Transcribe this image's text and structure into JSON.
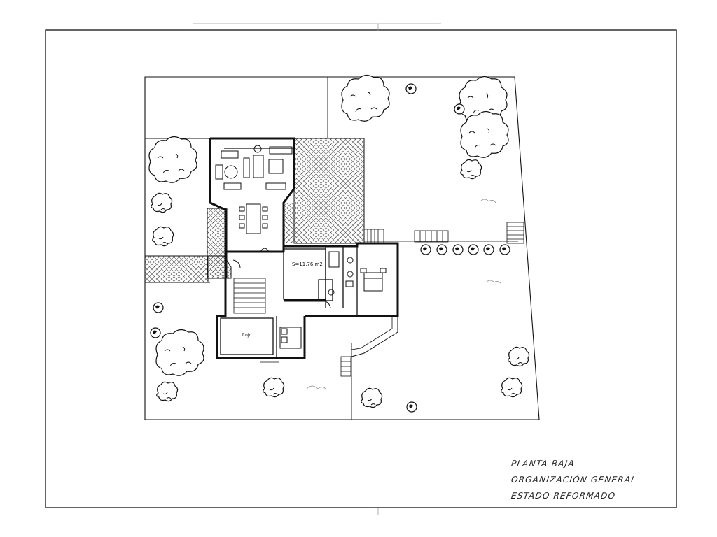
{
  "drawing": {
    "area_label": "S=11.76  m2",
    "room_label": "Trojo",
    "title_lines": [
      "PLANTA BAJA",
      "ORGANIZACIÓN GENERAL",
      "ESTADO REFORMADO"
    ]
  },
  "colors": {
    "ink": "#111111",
    "paper": "#ffffff",
    "hatch": "#444444"
  }
}
